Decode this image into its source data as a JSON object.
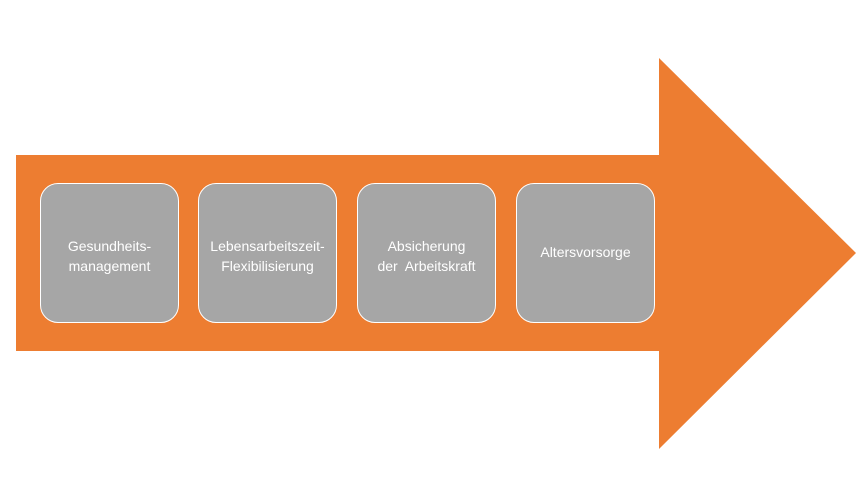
{
  "diagram": {
    "arrow_color": "#ed7d31",
    "box_color": "#a6a6a6",
    "text_color": "#ffffff",
    "steps": [
      {
        "line1": "Gesundheits-",
        "line2": "management"
      },
      {
        "line1": "Lebensarbeitszeit-",
        "line2": "Flexibilisierung"
      },
      {
        "line1": "Absicherung",
        "line2": "der  Arbeitskraft"
      },
      {
        "line1": "Altersvorsorge",
        "line2": ""
      }
    ]
  }
}
